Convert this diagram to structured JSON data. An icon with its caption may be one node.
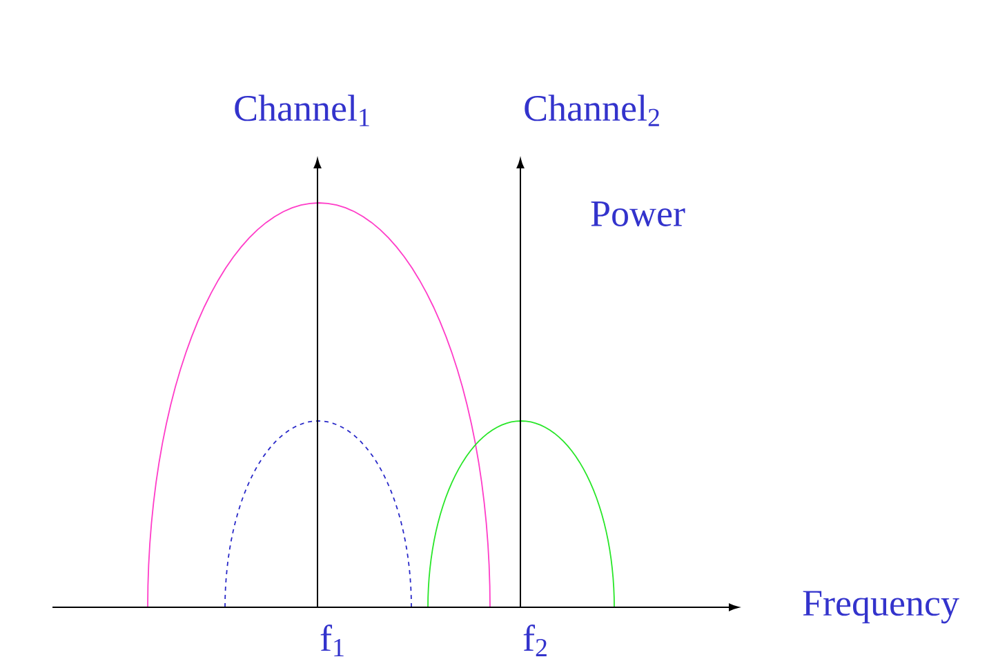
{
  "diagram": {
    "labels": [
      "Channel$_{1}$",
      "Channel$_{2}$",
      "Power",
      "Frequency",
      "f$_{1}$",
      "f$_{2}$"
    ]
  }
}
